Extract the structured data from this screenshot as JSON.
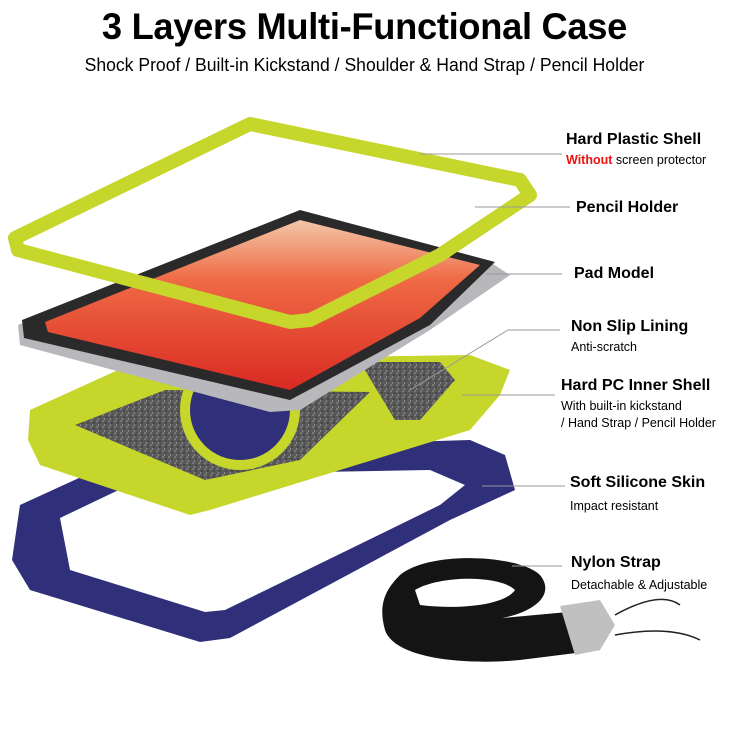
{
  "header": {
    "title": "3 Layers Multi-Functional Case",
    "subtitle": "Shock Proof / Built-in Kickstand / Shoulder & Hand Strap / Pencil Holder"
  },
  "colors": {
    "lime_shell": "#c6d62a",
    "navy_skin": "#2f2f7a",
    "lining_gray": "#5c5c5c",
    "screen_red": "#e2392b",
    "strap_black": "#141414",
    "leader_line": "#9a9a9a",
    "highlight_red": "#ee1111"
  },
  "callouts": [
    {
      "title": "Hard Plastic Shell",
      "highlight": "Without",
      "desc": "screen protector"
    },
    {
      "title": "Pencil Holder"
    },
    {
      "title": "Pad Model"
    },
    {
      "title": "Non Slip Lining",
      "desc": "Anti-scratch"
    },
    {
      "title": "Hard PC Inner Shell",
      "desc_line1": "With built-in kickstand",
      "desc_line2": "/ Hand Strap / Pencil Holder"
    },
    {
      "title": "Soft Silicone Skin",
      "desc": "Impact resistant"
    },
    {
      "title": "Nylon Strap",
      "desc": "Detachable & Adjustable"
    }
  ]
}
